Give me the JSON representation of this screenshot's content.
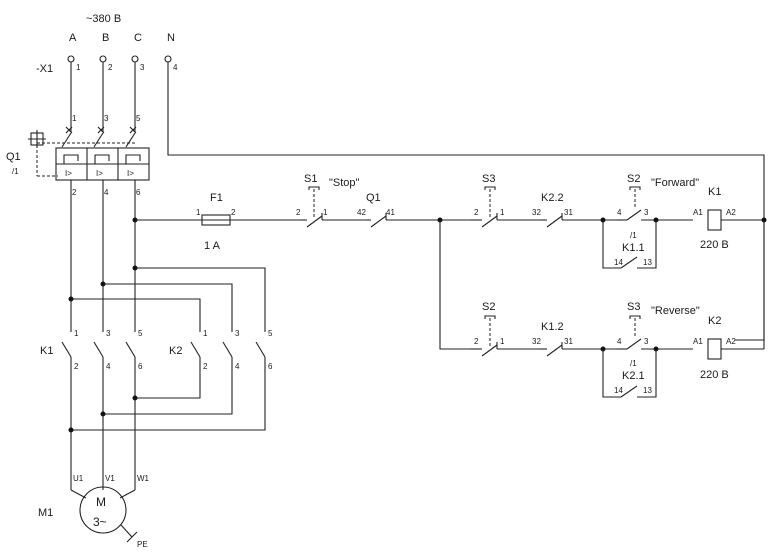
{
  "supply": {
    "voltage": "~380 В",
    "phases": [
      "A",
      "B",
      "C",
      "N"
    ],
    "terminal_block": "-X1",
    "terminal_numbers": [
      "1",
      "2",
      "3",
      "4"
    ]
  },
  "breaker": {
    "ref": "Q1",
    "page_ref": "/1",
    "trip_symbol": "I>",
    "top_terms": [
      "1",
      "3",
      "5"
    ],
    "bottom_terms": [
      "2",
      "4",
      "6"
    ],
    "aux_terms": [
      "42",
      "41"
    ]
  },
  "power": {
    "k1": "K1",
    "k2": "K2",
    "top_terms": [
      "1",
      "3",
      "5"
    ],
    "bottom_terms": [
      "2",
      "4",
      "6"
    ]
  },
  "motor": {
    "ref": "M1",
    "symbol": "M",
    "type": "3~",
    "terminals": [
      "U1",
      "V1",
      "W1"
    ],
    "earth": "PE"
  },
  "fuse": {
    "ref": "F1",
    "rating": "1 A",
    "terms": [
      "1",
      "2"
    ]
  },
  "stop": {
    "ref": "S1",
    "caption": "\"Stop\"",
    "terms": [
      "2",
      "1"
    ]
  },
  "forward_rung": {
    "start_ref": "S3",
    "start_terms": [
      "2",
      "1"
    ],
    "interlock_ref": "K2.2",
    "interlock_terms": [
      "32",
      "31"
    ],
    "button_ref": "S2",
    "button_caption": "\"Forward\"",
    "button_terms": [
      "4",
      "3"
    ],
    "hold_page": "/1",
    "hold_ref": "K1.1",
    "hold_terms": [
      "14",
      "13"
    ],
    "coil_ref": "K1",
    "coil_terms": [
      "A1",
      "A2"
    ],
    "coil_voltage": "220 В"
  },
  "reverse_rung": {
    "start_ref": "S2",
    "start_terms": [
      "2",
      "1"
    ],
    "interlock_ref": "K1.2",
    "interlock_terms": [
      "32",
      "31"
    ],
    "button_ref": "S3",
    "button_caption": "\"Reverse\"",
    "button_terms": [
      "4",
      "3"
    ],
    "hold_page": "/1",
    "hold_ref": "K2.1",
    "hold_terms": [
      "14",
      "13"
    ],
    "coil_ref": "K2",
    "coil_terms": [
      "A1",
      "A2"
    ],
    "coil_voltage": "220 В"
  }
}
